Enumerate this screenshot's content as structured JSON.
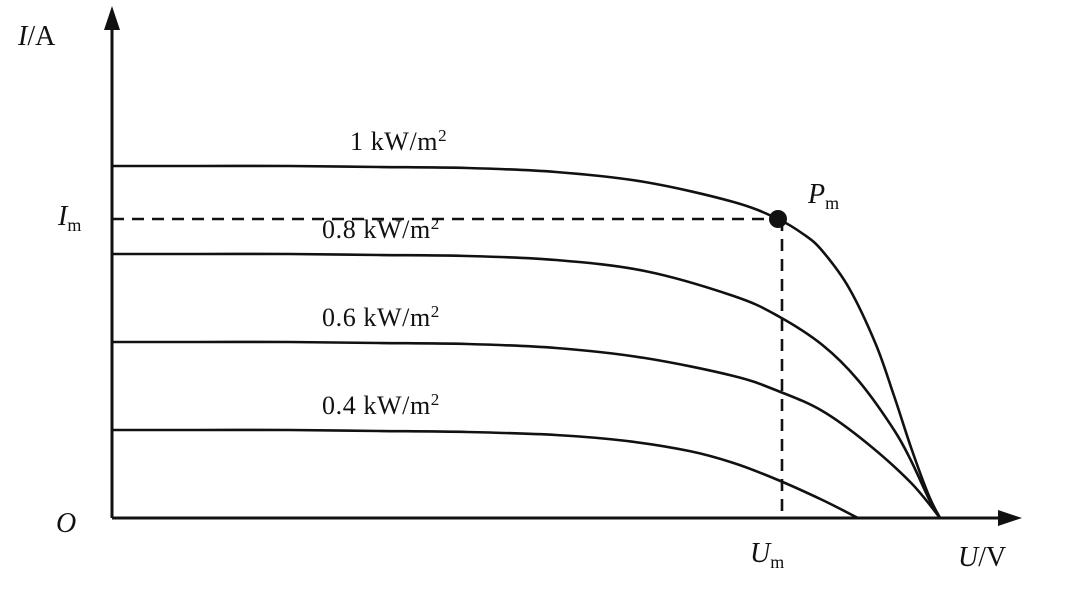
{
  "chart_data": {
    "type": "line",
    "title": "",
    "xlabel": "",
    "ylabel": "",
    "xlim": [
      0,
      1
    ],
    "ylim": [
      0,
      1
    ],
    "grid": false,
    "axes": {
      "x": {
        "symbol": "U",
        "unit": "/V"
      },
      "y": {
        "symbol": "I",
        "unit": "/A"
      },
      "origin": "O"
    },
    "series": [
      {
        "name": "1 kW/m²",
        "label": {
          "text": "1 kW/m",
          "sup": "2"
        },
        "points": [
          [
            0.0,
            0.9565
          ],
          [
            0.1,
            0.9565
          ],
          [
            0.2,
            0.9565
          ],
          [
            0.3,
            0.9538
          ],
          [
            0.4,
            0.9511
          ],
          [
            0.5,
            0.9402
          ],
          [
            0.6,
            0.913
          ],
          [
            0.7,
            0.8587
          ],
          [
            0.75,
            0.8125
          ],
          [
            0.78,
            0.769
          ],
          [
            0.8,
            0.7255
          ],
          [
            0.83,
            0.625
          ],
          [
            0.86,
            0.4728
          ],
          [
            0.88,
            0.337
          ],
          [
            0.9,
            0.1902
          ],
          [
            0.92,
            0.0598
          ],
          [
            0.9325,
            0.0
          ]
        ]
      },
      {
        "name": "0.8 kW/m²",
        "label": {
          "text": "0.8 kW/m",
          "sup": "2"
        },
        "points": [
          [
            0.0,
            0.7174
          ],
          [
            0.1,
            0.7174
          ],
          [
            0.2,
            0.7174
          ],
          [
            0.3,
            0.7147
          ],
          [
            0.4,
            0.712
          ],
          [
            0.5,
            0.7011
          ],
          [
            0.6,
            0.6712
          ],
          [
            0.7,
            0.6033
          ],
          [
            0.75,
            0.5489
          ],
          [
            0.8,
            0.4701
          ],
          [
            0.84,
            0.375
          ],
          [
            0.88,
            0.2418
          ],
          [
            0.9,
            0.1549
          ],
          [
            0.92,
            0.0516
          ],
          [
            0.9325,
            0.0
          ]
        ]
      },
      {
        "name": "0.6 kW/m²",
        "label": {
          "text": "0.6 kW/m",
          "sup": "2"
        },
        "points": [
          [
            0.0,
            0.4783
          ],
          [
            0.1,
            0.4783
          ],
          [
            0.2,
            0.4783
          ],
          [
            0.3,
            0.4756
          ],
          [
            0.4,
            0.4728
          ],
          [
            0.5,
            0.462
          ],
          [
            0.6,
            0.4348
          ],
          [
            0.7,
            0.3859
          ],
          [
            0.75,
            0.3451
          ],
          [
            0.8,
            0.2908
          ],
          [
            0.85,
            0.2038
          ],
          [
            0.9,
            0.0951
          ],
          [
            0.9325,
            0.0
          ]
        ]
      },
      {
        "name": "0.4 kW/m²",
        "label": {
          "text": "0.4 kW/m",
          "sup": "2"
        },
        "points": [
          [
            0.0,
            0.2391
          ],
          [
            0.1,
            0.2391
          ],
          [
            0.2,
            0.2391
          ],
          [
            0.3,
            0.2364
          ],
          [
            0.4,
            0.2337
          ],
          [
            0.5,
            0.2255
          ],
          [
            0.58,
            0.2092
          ],
          [
            0.65,
            0.1821
          ],
          [
            0.7,
            0.1495
          ],
          [
            0.75,
            0.1033
          ],
          [
            0.8,
            0.0489
          ],
          [
            0.84,
            0.0
          ]
        ]
      }
    ],
    "max_power_point": {
      "label": {
        "symbol": "P",
        "sub": "m"
      },
      "x": 0.75,
      "y": 0.8125,
      "x_label": {
        "symbol": "U",
        "sub": "m"
      },
      "y_label": {
        "symbol": "I",
        "sub": "m"
      }
    }
  }
}
